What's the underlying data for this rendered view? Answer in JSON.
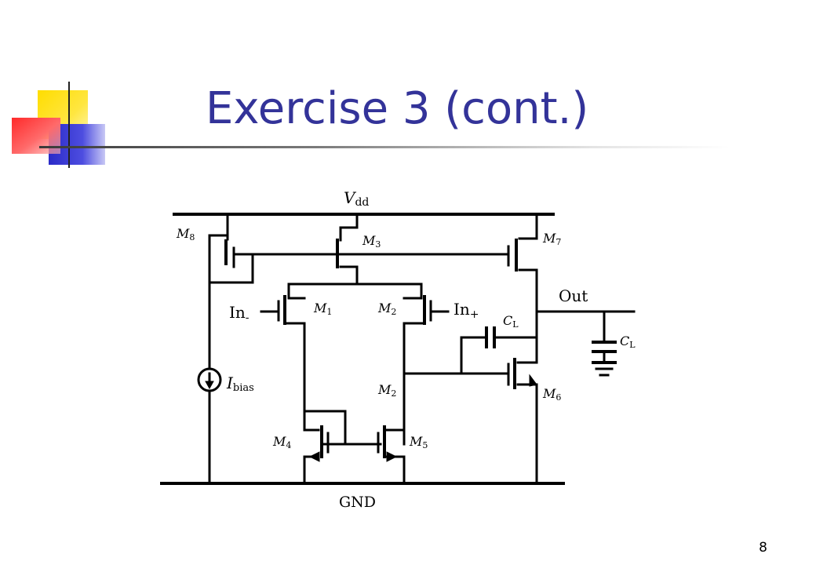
{
  "slide": {
    "title": "Exercise 3 (cont.)",
    "page_number": "8"
  },
  "circuit": {
    "supply_label": {
      "symbol": "V",
      "subscript": "dd"
    },
    "ground_label": "GND",
    "output_label": "Out",
    "inverting_input": {
      "text": "In",
      "subscript": "-"
    },
    "noninverting_input": {
      "text": "In",
      "subscript": "+"
    },
    "bias_source": {
      "symbol": "I",
      "subscript": "bias"
    },
    "transistors": [
      {
        "id": "M8",
        "symbol": "M",
        "subscript": "8"
      },
      {
        "id": "M3",
        "symbol": "M",
        "subscript": "3"
      },
      {
        "id": "M7",
        "symbol": "M",
        "subscript": "7"
      },
      {
        "id": "M1",
        "symbol": "M",
        "subscript": "1"
      },
      {
        "id": "M2-top",
        "symbol": "M",
        "subscript": "2"
      },
      {
        "id": "M2-mid",
        "symbol": "M",
        "subscript": "2"
      },
      {
        "id": "M6",
        "symbol": "M",
        "subscript": "6"
      },
      {
        "id": "M4",
        "symbol": "M",
        "subscript": "4"
      },
      {
        "id": "M5",
        "symbol": "M",
        "subscript": "5"
      }
    ],
    "capacitors": [
      {
        "id": "compensation",
        "symbol": "C",
        "subscript": "L"
      },
      {
        "id": "load",
        "symbol": "C",
        "subscript": "L"
      }
    ]
  }
}
